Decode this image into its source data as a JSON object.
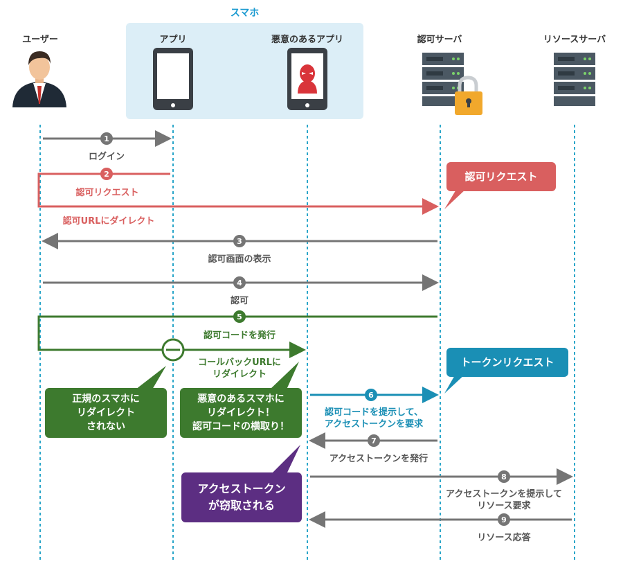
{
  "header": {
    "group_label": "スマホ"
  },
  "actors": {
    "user": "ユーザー",
    "app": "アプリ",
    "malicious_app": "悪意のあるアプリ",
    "auth_server": "認可サーバ",
    "resource_server": "リソースサーバ"
  },
  "steps": [
    {
      "num": "1",
      "label": "ログイン",
      "color": "#757575"
    },
    {
      "num": "2",
      "label": "認可リクエスト",
      "sublabel": "認可URLにダイレクト",
      "color": "#d95f5f"
    },
    {
      "num": "3",
      "label": "認可画面の表示",
      "color": "#757575"
    },
    {
      "num": "4",
      "label": "認可",
      "color": "#757575"
    },
    {
      "num": "5",
      "label": "認可コードを発行",
      "sublabel": "コールバックURLに\nリダイレクト",
      "color": "#3d7a2e"
    },
    {
      "num": "6",
      "label": "認可コードを提示して、\nアクセストークンを要求",
      "color": "#1a8fb5"
    },
    {
      "num": "7",
      "label": "アクセストークンを発行",
      "color": "#757575"
    },
    {
      "num": "8",
      "label": "アクセストークンを提示して\nリソース要求",
      "color": "#757575"
    },
    {
      "num": "9",
      "label": "リソース応答",
      "color": "#757575"
    }
  ],
  "callouts": {
    "auth_request": "認可リクエスト",
    "token_request": "トークンリクエスト",
    "not_redirected": "正規のスマホに\nリダイレクト\nされない",
    "intercepted": "悪意のあるスマホに\nリダイレクト！\n認可コードの横取り！",
    "stolen": "アクセストークン\nが窃取される"
  },
  "colors": {
    "gray": "#757575",
    "red": "#d95f5f",
    "green": "#3d7a2e",
    "blue": "#1a8fb5",
    "purple": "#5c2e82",
    "lifeline": "#2aa6c9"
  }
}
